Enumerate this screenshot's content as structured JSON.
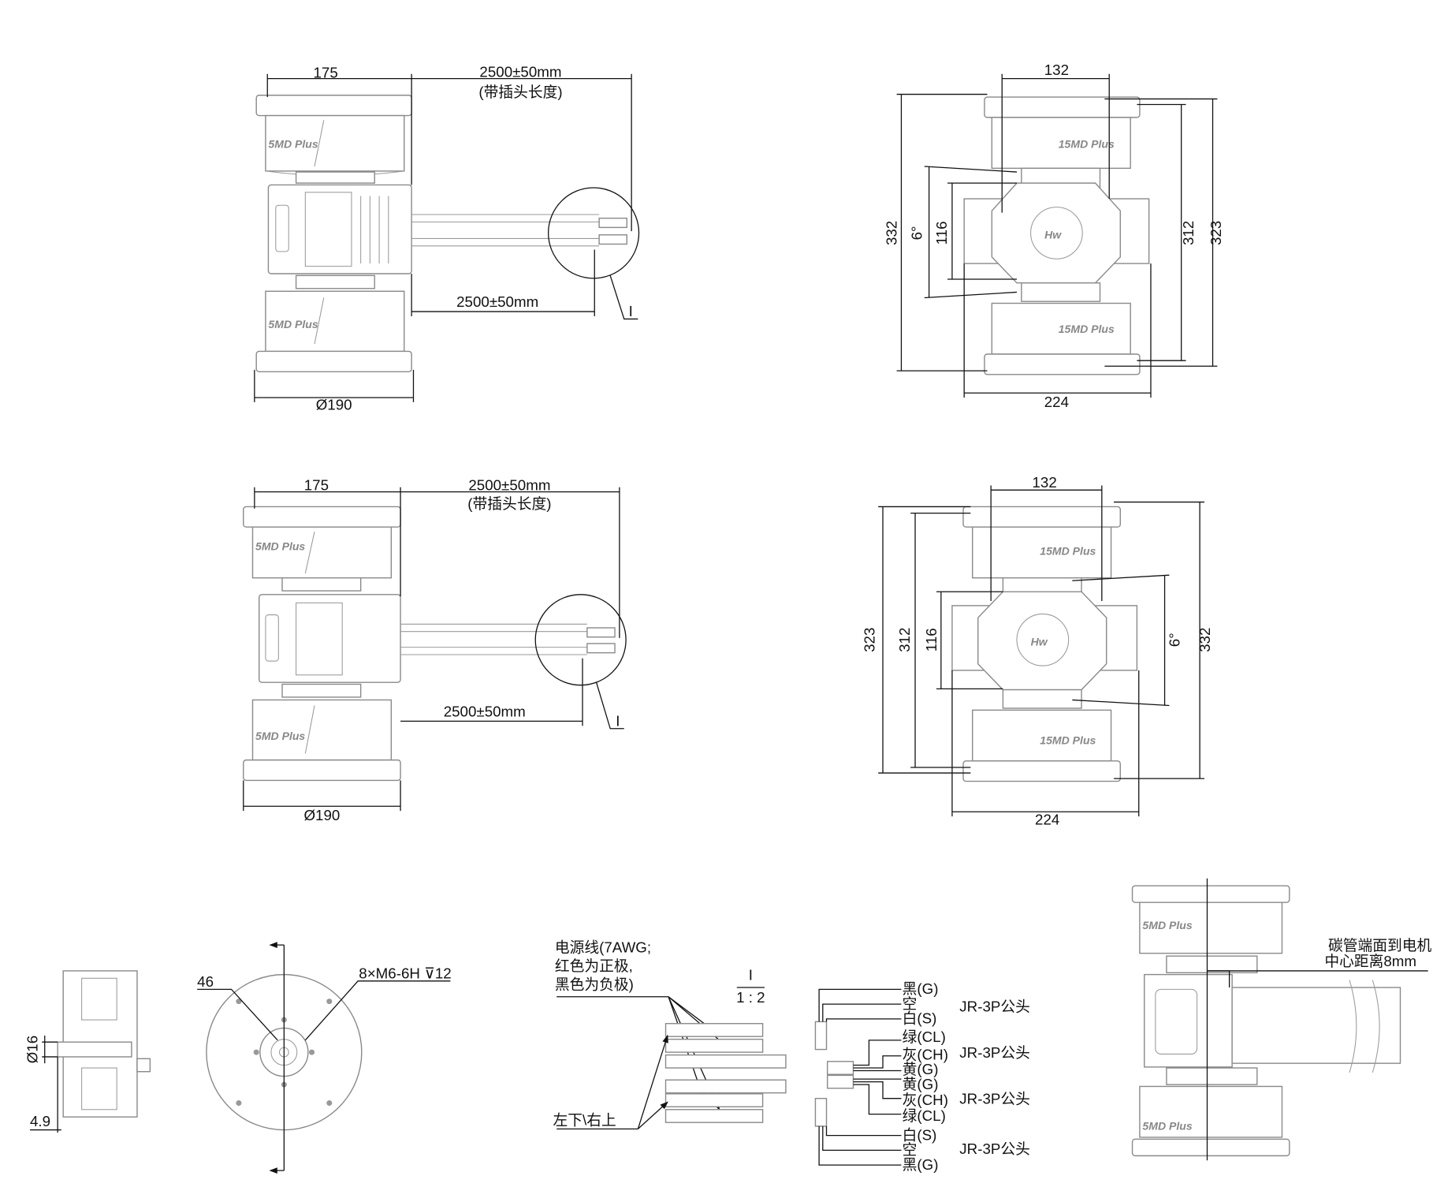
{
  "view_top_left": {
    "width_label": "175",
    "cable_label": "2500±50mm",
    "cable_note": "(带插头长度)",
    "cable_label_lower": "2500±50mm",
    "diameter_label": "Ø190",
    "detail_marker": "I"
  },
  "view_mid_left": {
    "width_label": "175",
    "cable_label": "2500±50mm",
    "cable_note": "(带插头长度)",
    "cable_label_lower": "2500±50mm",
    "diameter_label": "Ø190",
    "detail_marker": "I"
  },
  "view_top_right": {
    "top_label": "132",
    "overall_height": "332",
    "angle": "6°",
    "center_height": "116",
    "inner_height": "312",
    "outer_height": "323",
    "width_label": "224",
    "motor_model": "15MD Plus"
  },
  "view_mid_right": {
    "top_label": "132",
    "outer_height": "323",
    "inner_height": "312",
    "center_height": "116",
    "angle": "6°",
    "overall_height": "332",
    "width_label": "224",
    "motor_model": "15MD Plus"
  },
  "section_view": {
    "shaft_diameter": "Ø16",
    "offset": "4.9"
  },
  "face_view": {
    "pcd_label": "46",
    "thread_label": "8×M6-6H ⊽12"
  },
  "wiring_detail": {
    "power_note_lines": [
      "电源线(7AWG;",
      "红色为正极,",
      "黑色为负极)"
    ],
    "position_note": "左下\\右上",
    "detail_id": "I",
    "scale": "1 : 2",
    "pins": [
      "黑(G)",
      "空",
      "白(S)",
      "绿(CL)",
      "灰(CH)",
      "黄(G)",
      "黄(G)",
      "灰(CH)",
      "绿(CL)",
      "白(S)",
      "空",
      "黑(G)"
    ],
    "connectors": [
      "JR-3P公头",
      "JR-3P公头",
      "JR-3P公头",
      "JR-3P公头"
    ]
  },
  "mount_view": {
    "note_lines": [
      "碳管端面到电机",
      "中心距离8mm"
    ]
  }
}
